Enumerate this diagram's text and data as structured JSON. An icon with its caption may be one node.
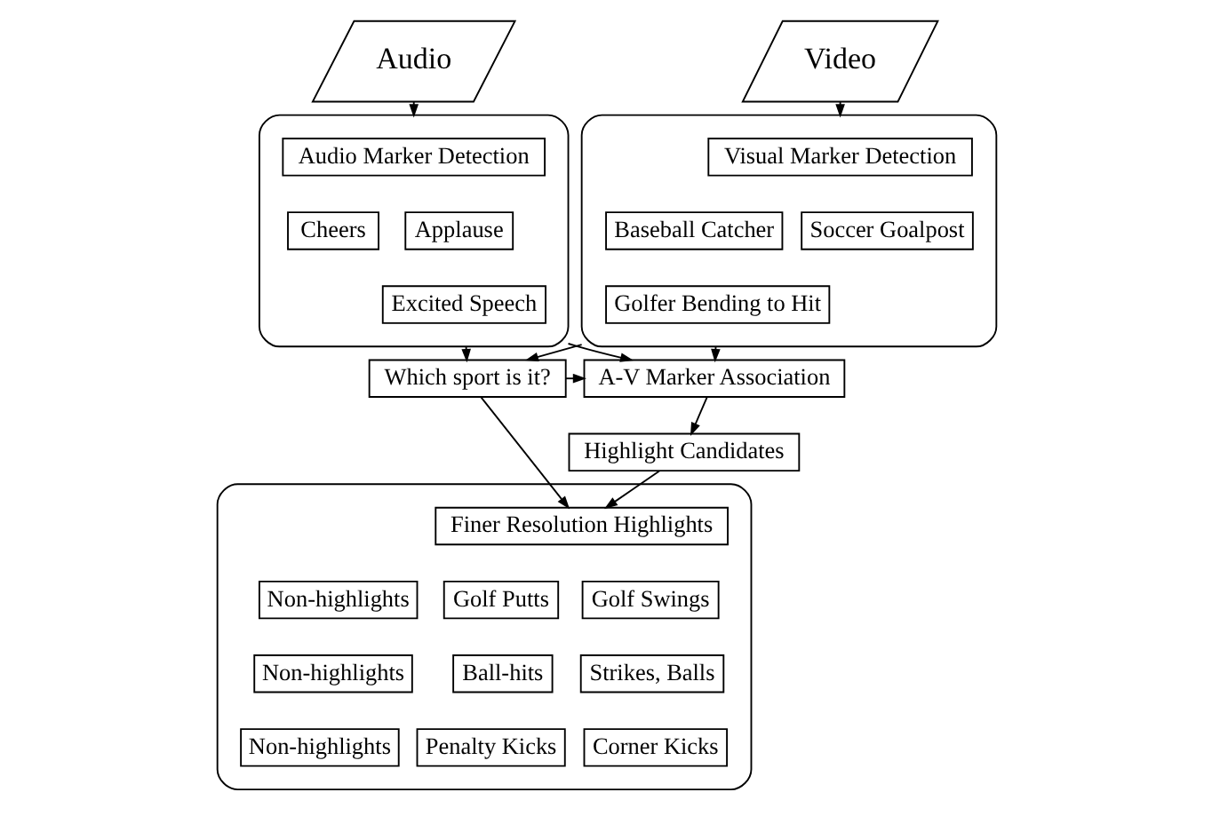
{
  "diagram": {
    "nodes": [
      {
        "text": [
          "Audio"
        ]
      },
      {
        "text": [
          "Video"
        ]
      },
      {
        "text": [],
        "shape": "ellipse"
      },
      {
        "text": [
          "Audio Marker Detection"
        ],
        "in": 2
      },
      {
        "text": [
          "Applause"
        ],
        "in": 2
      },
      {
        "text": [
          "Cheers"
        ],
        "in": 2
      },
      {
        "text": [
          "Excited Speech"
        ],
        "in": 2
      },
      {
        "text": [],
        "shape": "ellipse"
      },
      {
        "text": [
          "Visual Marker Detection"
        ],
        "in": 7
      },
      {
        "text": [
          "Soccer Goalpost"
        ],
        "in": 7
      },
      {
        "text": [
          "Baseball Catcher"
        ],
        "in": 7
      },
      {
        "text": [
          "Golfer Bending to Hit"
        ],
        "in": 7
      },
      {
        "text": [
          "A-V Marker Association"
        ]
      },
      {
        "text": [
          "Which sport is it?"
        ]
      },
      {
        "text": [
          "Highlight Candidates"
        ]
      },
      {
        "text": [],
        "shape": "ellipse"
      },
      {
        "text": [
          "Finer Resolution Highlights"
        ],
        "in": 15
      },
      {
        "text": [
          "Golf Swings"
        ],
        "in": 15
      },
      {
        "text": [
          "Golf Putts"
        ],
        "in": 15
      },
      {
        "text": [
          "Non-highlights"
        ],
        "in": 15
      },
      {
        "text": [
          "Strikes, Balls"
        ],
        "in": 15
      },
      {
        "text": [
          "Ball-hits"
        ],
        "in": 15
      },
      {
        "text": [
          "Non-highlights"
        ],
        "in": 15
      },
      {
        "text": [
          "Corner Kicks"
        ],
        "in": 15
      },
      {
        "text": [
          "Penalty Kicks"
        ],
        "in": 15
      },
      {
        "text": [
          "Non-highlights"
        ],
        "in": 15
      }
    ],
    "edges": [
      {
        "from": 0,
        "to": 2,
        "arrow": "to"
      },
      {
        "from": 1,
        "to": 7,
        "arrow": "to"
      },
      {
        "from": 2,
        "to": 12,
        "arrow": "to"
      },
      {
        "from": 2,
        "to": 13,
        "arrow": "to"
      },
      {
        "from": 7,
        "to": 12,
        "arrow": "to"
      },
      {
        "from": 7,
        "to": 13,
        "arrow": "to"
      },
      {
        "from": 13,
        "to": 12,
        "arrow": "to"
      },
      {
        "from": 12,
        "to": 14,
        "arrow": "to"
      },
      {
        "from": 13,
        "to": 16,
        "arrow": "to"
      },
      {
        "from": 14,
        "to": 16,
        "arrow": "to"
      }
    ]
  }
}
